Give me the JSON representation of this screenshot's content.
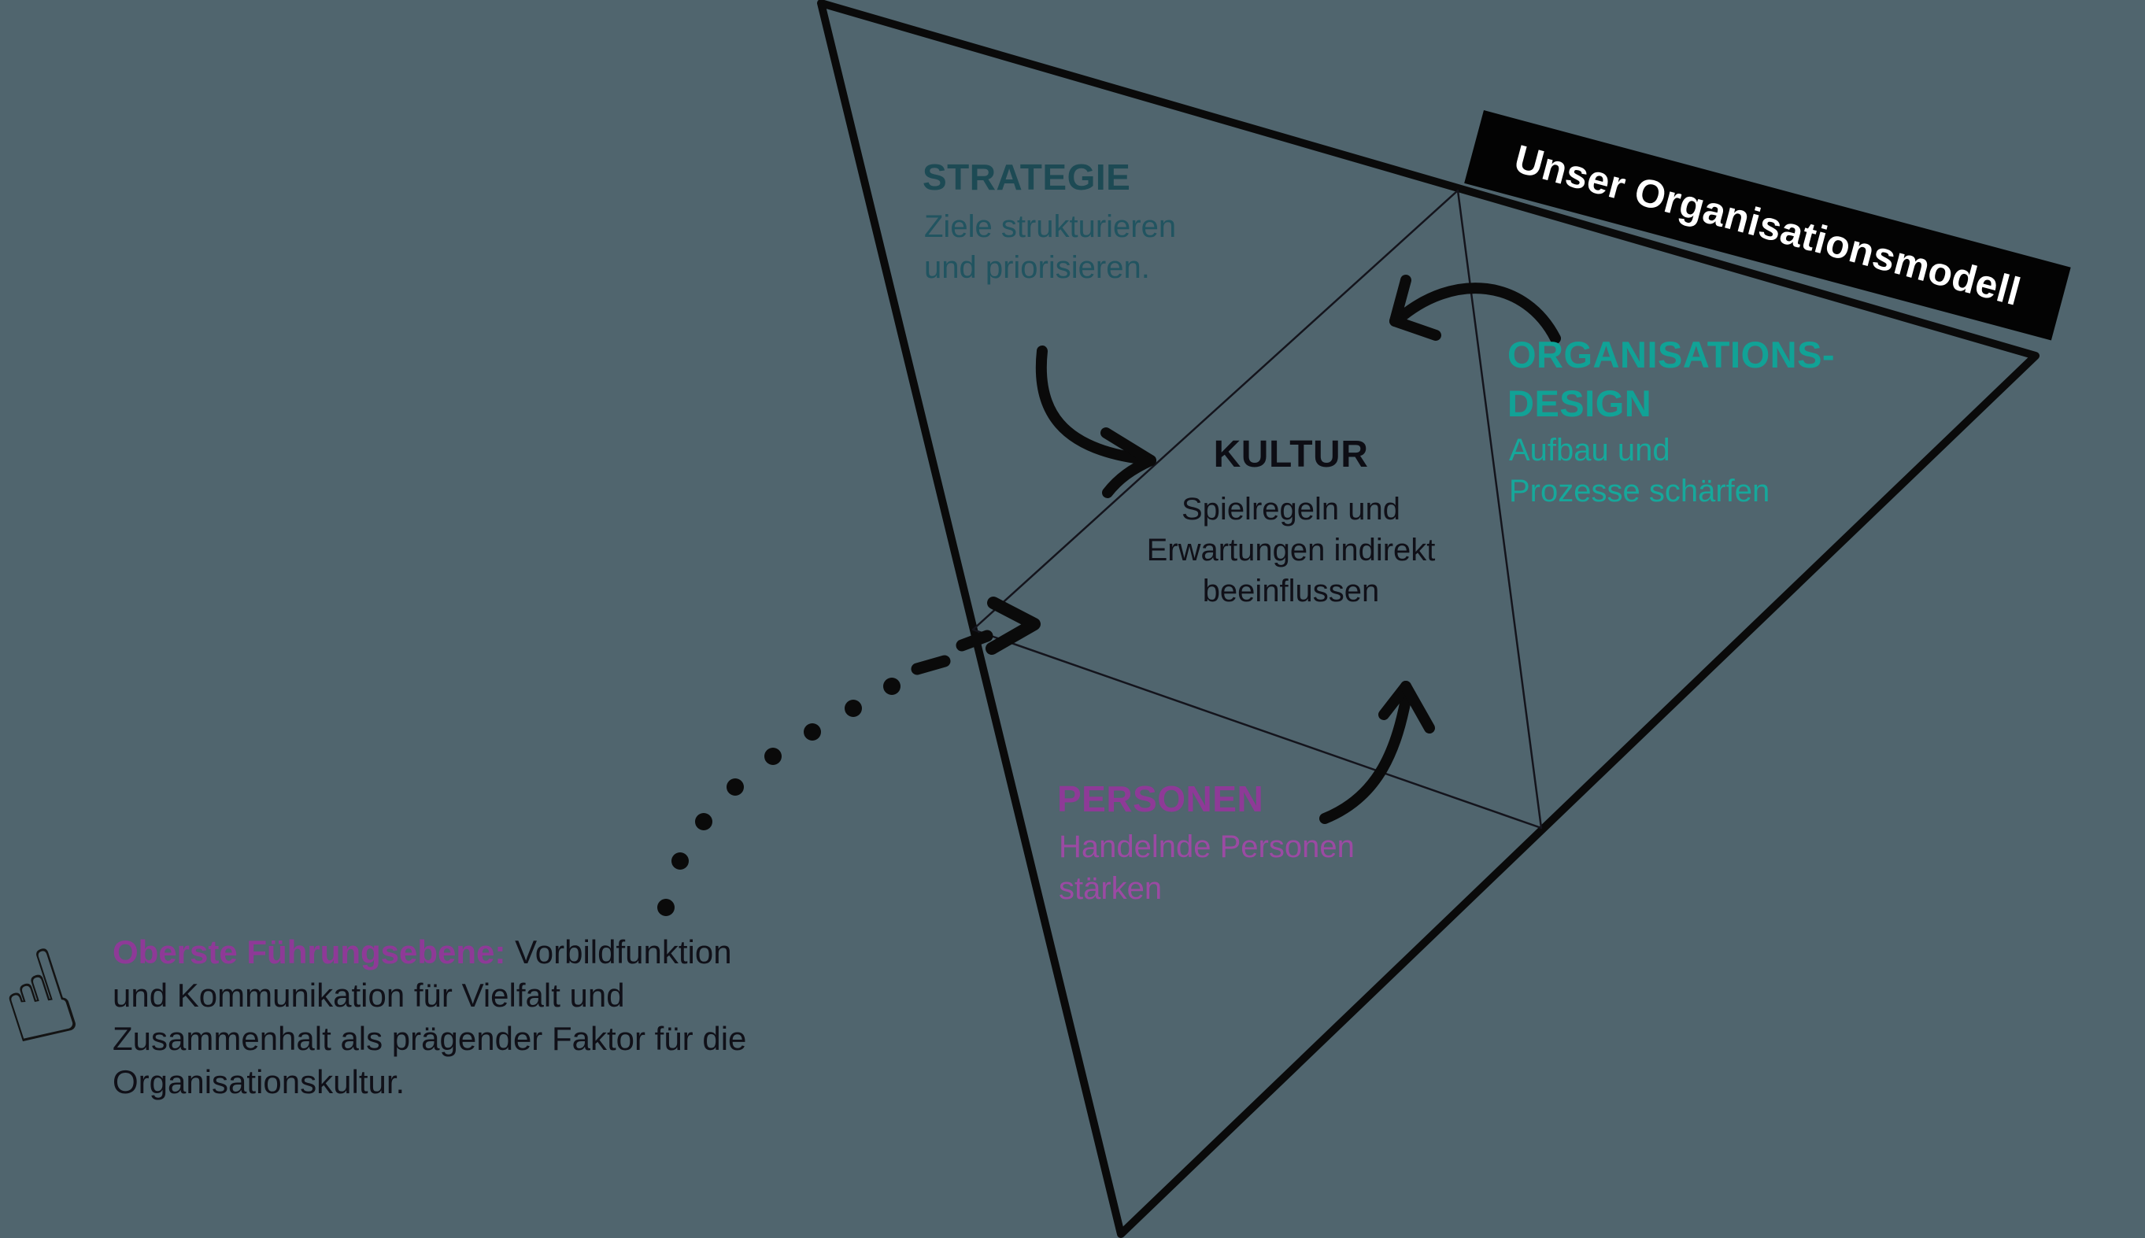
{
  "title_banner": {
    "label": "Unser Organisationsmodell"
  },
  "sections": {
    "strategie": {
      "title": "STRATEGIE",
      "line1": "Ziele strukturieren",
      "line2": "und priorisieren."
    },
    "organisationsdesign": {
      "title_line1": "ORGANISATIONS-",
      "title_line2": "DESIGN",
      "line1": "Aufbau und",
      "line2": "Prozesse schärfen"
    },
    "kultur": {
      "title": "KULTUR",
      "line1": "Spielregeln und",
      "line2": "Erwartungen indirekt",
      "line3": "beeinflussen"
    },
    "personen": {
      "title": "PERSONEN",
      "line1": "Handelnde Personen",
      "line2": "stärken"
    }
  },
  "note": {
    "lead": "Oberste Führungsebene:",
    "body": " Vorbildfunktion und Kommunikation für Vielfalt und Zusammenhalt als prägender Faktor für die Organisationskultur."
  },
  "icons": {
    "hand": "☝"
  },
  "colors": {
    "background": "#50656e",
    "banner_bg": "#030303",
    "banner_text": "#ffffff",
    "strategie": "#1d4a54",
    "organisationsdesign": "#11a296",
    "personen": "#8e3a97",
    "kultur_text": "#0d0d14",
    "line_black": "#0a0a0a"
  }
}
